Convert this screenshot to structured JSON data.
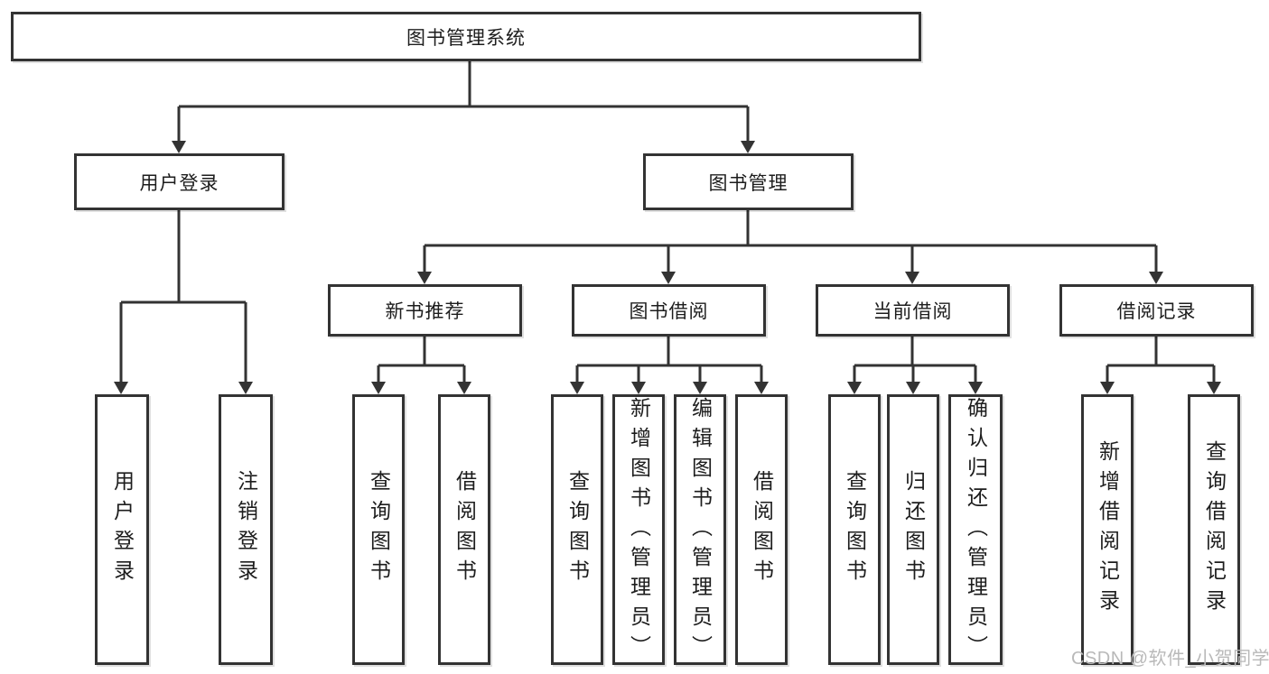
{
  "tree": {
    "root": {
      "label": "图书管理系统"
    },
    "children": [
      {
        "label": "用户登录",
        "children": [
          {
            "label": "用户登录"
          },
          {
            "label": "注销登录"
          }
        ]
      },
      {
        "label": "图书管理",
        "children": [
          {
            "label": "新书推荐",
            "children": [
              {
                "label": "查询图书"
              },
              {
                "label": "借阅图书"
              }
            ]
          },
          {
            "label": "图书借阅",
            "children": [
              {
                "label": "查询图书"
              },
              {
                "label": "新增图书（管理员）"
              },
              {
                "label": "编辑图书（管理员）"
              },
              {
                "label": "借阅图书"
              }
            ]
          },
          {
            "label": "当前借阅",
            "children": [
              {
                "label": "查询图书"
              },
              {
                "label": "归还图书"
              },
              {
                "label": "确认归还（管理员）"
              }
            ]
          },
          {
            "label": "借阅记录",
            "children": [
              {
                "label": "新增借阅记录"
              },
              {
                "label": "查询借阅记录"
              }
            ]
          }
        ]
      }
    ]
  },
  "watermark": {
    "text": "CSDN @软件_小贺同学"
  },
  "colors": {
    "line": "#333333",
    "box_border": "#333333",
    "text": "#1d1d1d",
    "watermark": "#b9b9b9",
    "background": "#ffffff"
  }
}
